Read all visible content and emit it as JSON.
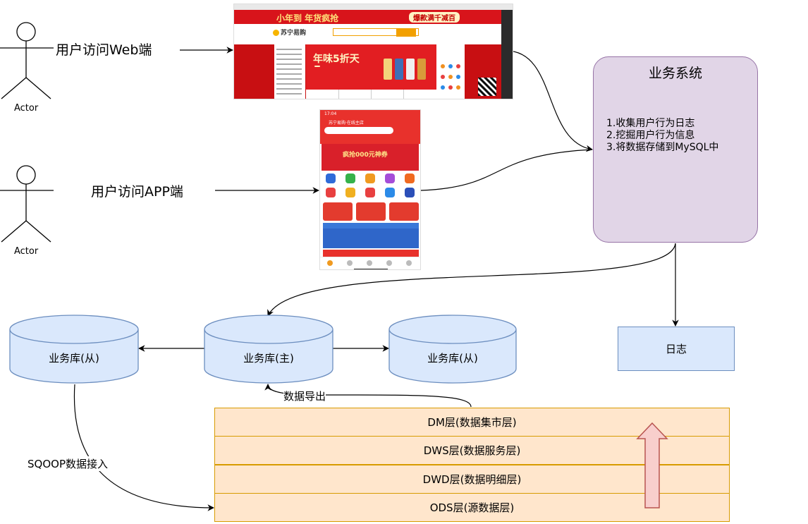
{
  "actors": [
    {
      "label": "Actor",
      "action": "用户访问Web端"
    },
    {
      "label": "Actor",
      "action": "用户访问APP端"
    }
  ],
  "web_screenshot": {
    "banner_text": "小年到 年货疯抢",
    "banner_tag": "爆款满千减百",
    "logo": "苏宁易购",
    "hero_text": "年味5折天"
  },
  "app_screenshot": {
    "time": "17:04",
    "title": "苏宁易购·在线主店",
    "banner_text": "疯抢000元神券"
  },
  "business_system": {
    "title": "业务系统",
    "items": [
      "1.收集用户行为日志",
      "2.挖掘用户行为信息",
      "3.将数据存储到MySQL中"
    ]
  },
  "log_box": "日志",
  "databases": {
    "slave_left": "业务库(从)",
    "master": "业务库(主)",
    "slave_right": "业务库(从)"
  },
  "edge_labels": {
    "export": "数据导出",
    "sqoop": "SQOOP数据接入"
  },
  "layers": [
    "DM层(数据集市层)",
    "DWS层(数据服务层)",
    "DWD层(数据明细层)",
    "ODS层(源数据层)"
  ]
}
